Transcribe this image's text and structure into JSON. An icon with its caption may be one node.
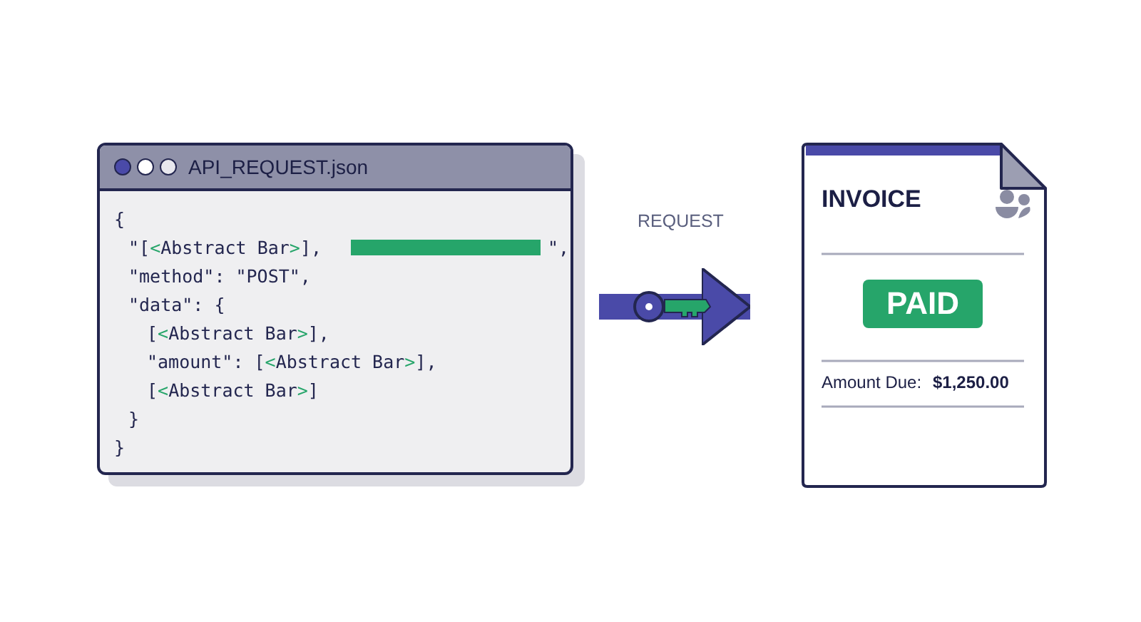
{
  "diagram": {
    "nodes": [
      {
        "text": [
          "API_REQUEST.json",
          "{",
          "\"[<Abstract Bar>],",
          "\",",
          "\"method\": \"POST\",",
          "\"data\": {",
          "[<Abstract Bar>],",
          "\"amount\": [<Abstract Bar>],",
          "[<Abstract Bar>]",
          "}",
          "}"
        ]
      },
      {
        "text": [
          "INVOICE",
          "PAID",
          "Amount Due:",
          "$1,250.00"
        ]
      }
    ],
    "edges": [
      {
        "from": 0,
        "to": 1,
        "arrow": "to",
        "label": "REQUEST"
      }
    ]
  }
}
